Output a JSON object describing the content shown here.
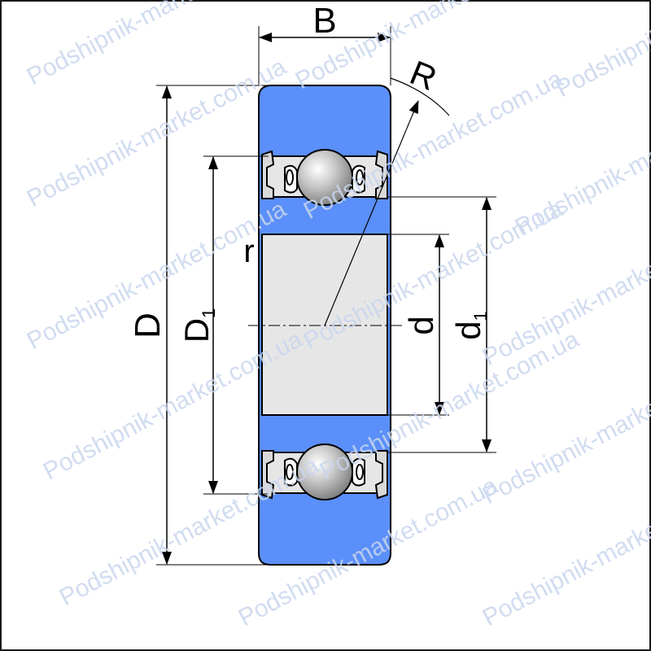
{
  "diagram": {
    "labels": {
      "B": "B",
      "R": "R",
      "r": "r",
      "D": "D",
      "D1_base": "D",
      "D1_sub": "1",
      "d": "d",
      "d1_base": "d",
      "d1_sub": "1"
    },
    "watermark": "Podshipnik-market.com.ua",
    "colors": {
      "ring": "#5b8ff9",
      "bore": "#e6e6e6",
      "shield": "#d9d9d9",
      "ball": "#b5b5b5",
      "line": "#000000",
      "frame": "#1a1a1a",
      "watermark": "#c9d6ee"
    }
  }
}
